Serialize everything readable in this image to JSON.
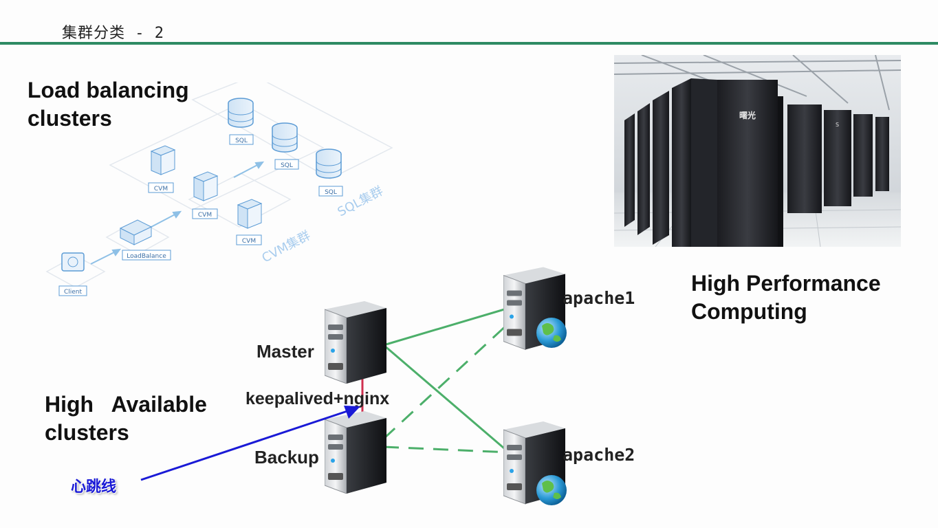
{
  "header": {
    "title": "集群分类 - 2"
  },
  "load_balancing": {
    "title_line1": "Load balancing",
    "title_line2": "clusters",
    "nodes": {
      "client": "Client",
      "loadbalance": "LoadBalance",
      "cvm": "CVM",
      "sql": "SQL"
    },
    "group_labels": {
      "cvm_cluster": "CVM集群",
      "sql_cluster": "SQL集群"
    }
  },
  "hpc": {
    "title_line1": "High Performance",
    "title_line2": "Computing",
    "rack_brand": "曙光"
  },
  "high_available": {
    "title_line1": "High   Available",
    "title_line2": "clusters",
    "master": "Master",
    "backup": "Backup",
    "link_label": "keepalived+nginx",
    "apache1": "apache1",
    "apache2": "apache2",
    "heartbeat_label": "心跳线"
  },
  "colors": {
    "accent_rule": "#2e8b64",
    "active_link": "#4caf6a",
    "heartbeat_line": "#d03050",
    "arrow": "#1a1ad6",
    "lb_line": "#6aa7d8"
  }
}
